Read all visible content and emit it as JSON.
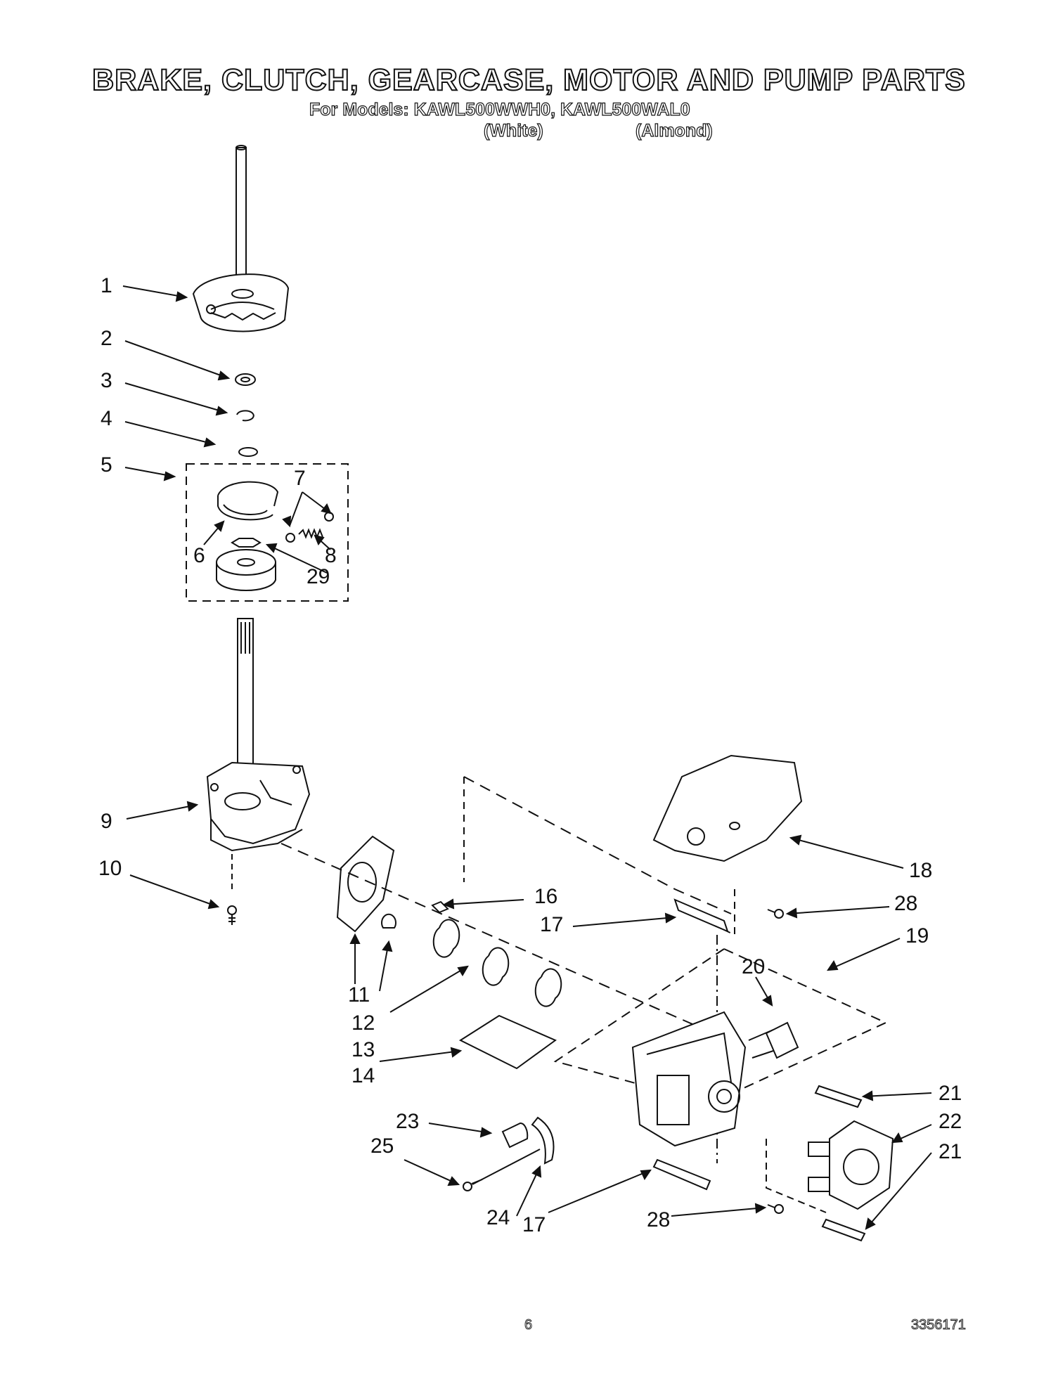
{
  "header": {
    "title": "BRAKE, CLUTCH, GEARCASE, MOTOR AND PUMP PARTS",
    "models_label": "For Models: KAWL500WWH0, KAWL500WAL0",
    "color_white": "(White)",
    "color_almond": "(Almond)"
  },
  "footer": {
    "page_number": "6",
    "doc_number": "3356171"
  },
  "callouts": [
    "1",
    "2",
    "3",
    "4",
    "5",
    "7",
    "6",
    "8",
    "29",
    "9",
    "10",
    "18",
    "16",
    "28",
    "17",
    "19",
    "20",
    "11",
    "12",
    "13",
    "14",
    "21",
    "22",
    "23",
    "25",
    "21",
    "24",
    "17",
    "28"
  ]
}
